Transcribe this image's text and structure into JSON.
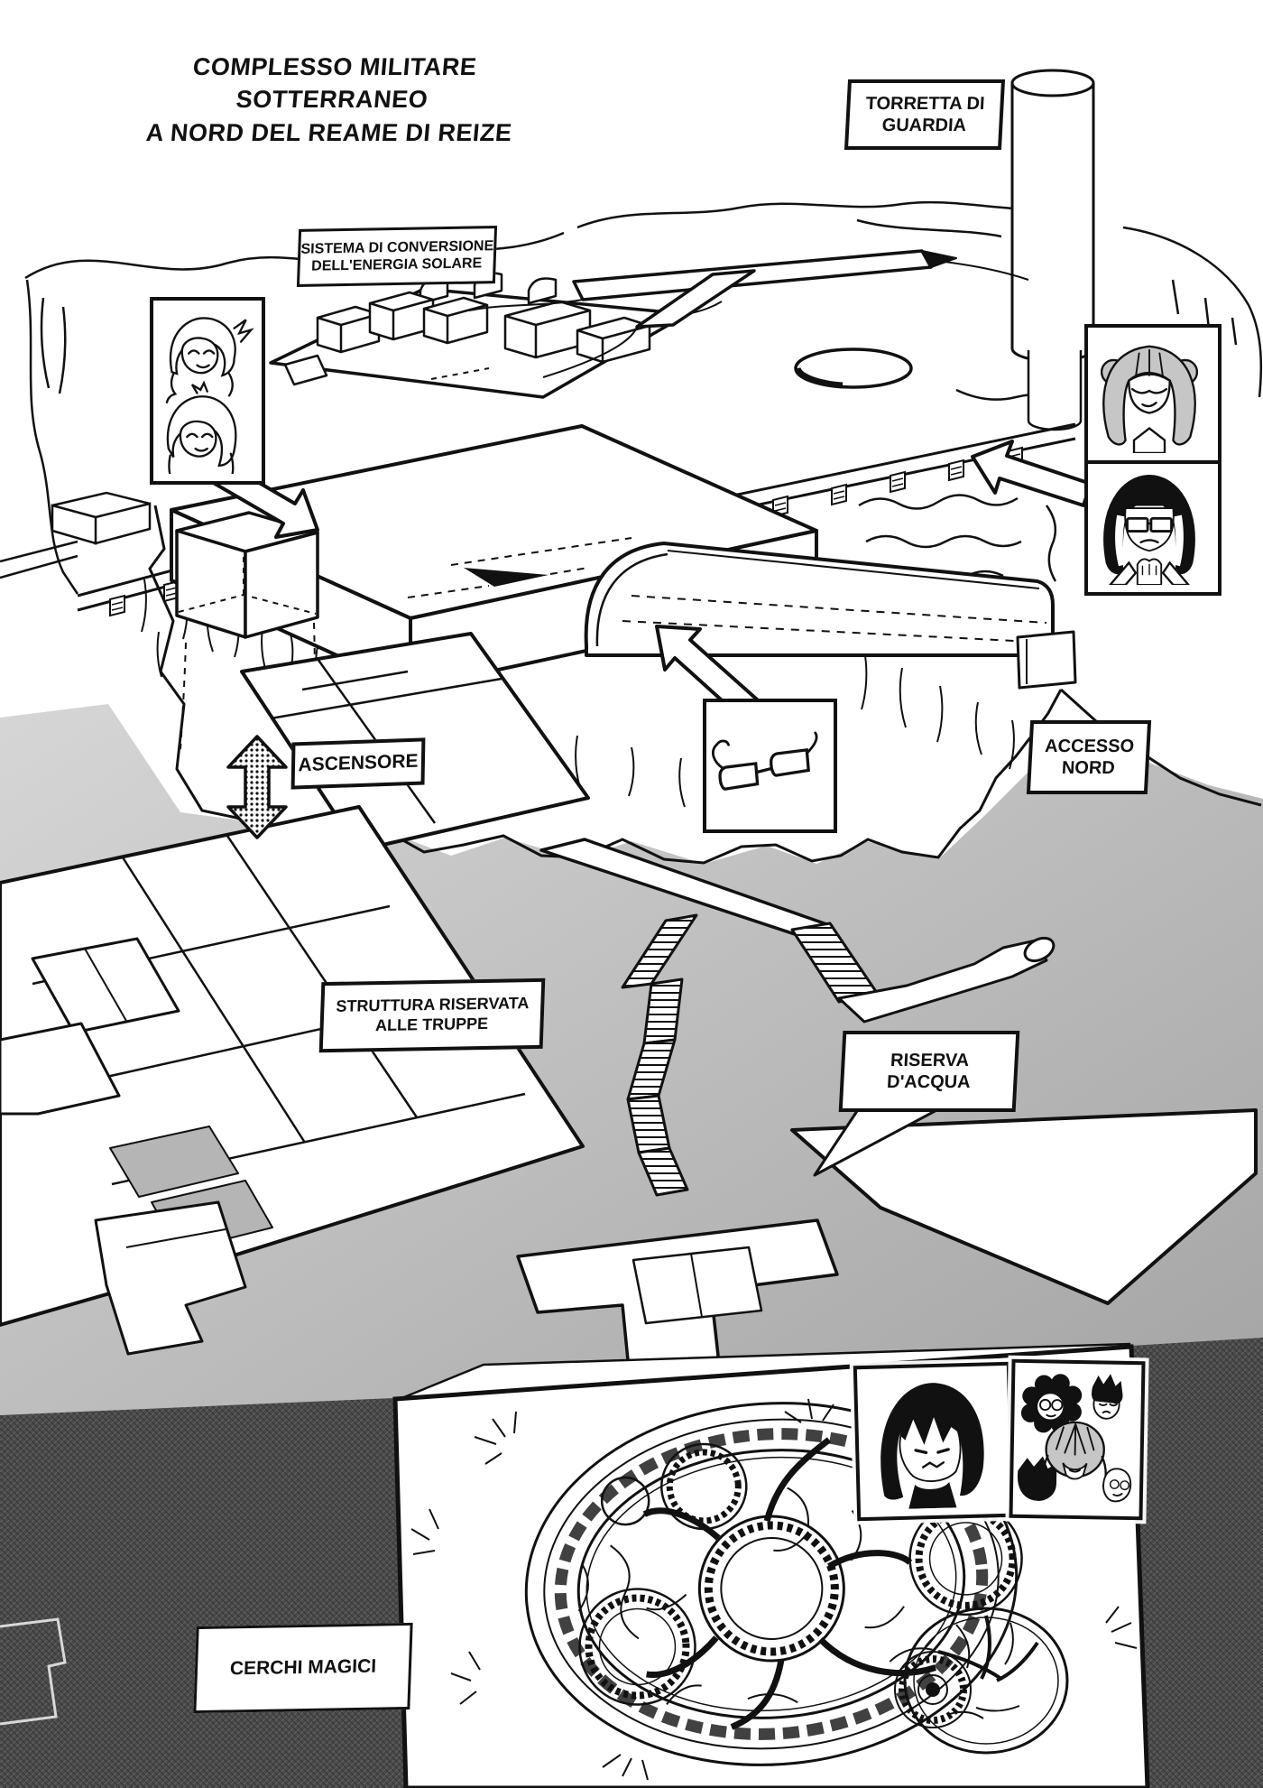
{
  "page": {
    "kind": "manga map page",
    "title": {
      "line1": "COMPLESSO MILITARE SOTTERRANEO",
      "line2": "A NORD DEL REAME DI REIZE"
    }
  },
  "labels": {
    "torretta": {
      "line1": "TORRETTA DI",
      "line2": "GUARDIA"
    },
    "sistema": {
      "line1": "SISTEMA DI CONVERSIONE",
      "line2": "DELL'ENERGIA SOLARE"
    },
    "ascensore": {
      "line1": "ASCENSORE"
    },
    "accesso": {
      "line1": "ACCESSO",
      "line2": "NORD"
    },
    "struttura": {
      "line1": "STRUTTURA RISERVATA",
      "line2": "ALLE TRUPPE"
    },
    "riserva": {
      "line1": "RISERVA",
      "line2": "D'ACQUA"
    },
    "cerchi": {
      "line1": "CERCHI MAGICI"
    }
  },
  "icons": {
    "glasses": "eyeglasses pictogram",
    "elevator_arrow": "double-headed vertical arrow with halftone fill",
    "direction_arrows": "three outlined comic arrows pointing at map locations",
    "guard_tower": "tall cylinder tower",
    "magic_circles": "large ornate summoning circle and smaller circle on white sheet",
    "portrait_two_girls": "two smiling chibi girls",
    "portrait_bun_girl": "smug girl with hair buns",
    "portrait_glasses_bob": "black bob haircut character with glasses",
    "portrait_dark_silhouette": "brooding dark-haired character",
    "portrait_group": "group of four character faces"
  },
  "colors": {
    "ink": "#111111",
    "paper": "#ffffff",
    "underground_light": "#d6d6d6",
    "underground_dark": "#a2a2a2",
    "basement_dark": "#4a4a4a",
    "hair_gray": "#c6c6c6"
  }
}
